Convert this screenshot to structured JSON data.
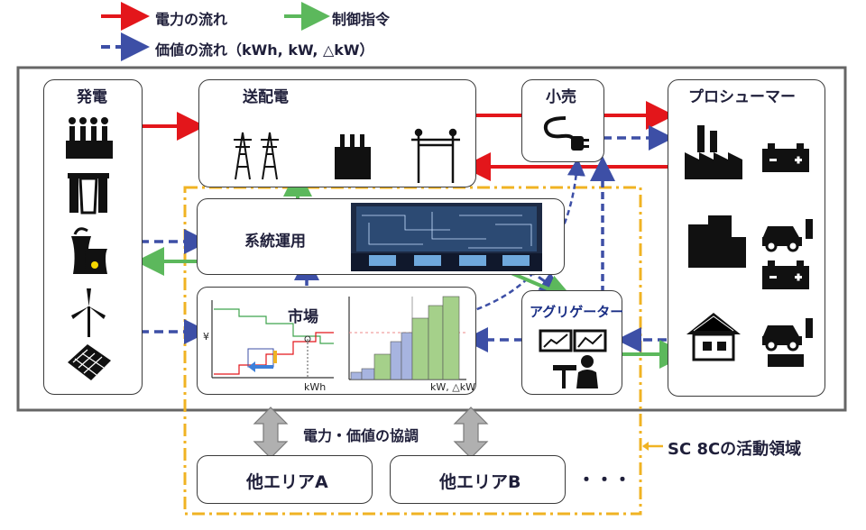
{
  "legend": {
    "power_flow": "電力の流れ",
    "control": "制御指令",
    "value_flow": "価値の流れ（kWh, kW, △kW）"
  },
  "colors": {
    "power": "#e3161b",
    "control": "#5cb85c",
    "value": "#3d4fa6",
    "sc_area": "#f0b323",
    "frame": "#666666"
  },
  "nodes": {
    "generation": "発電",
    "grid": "送配電",
    "retail": "小売",
    "prosumer": "プロシューマー",
    "system_operation": "系統運用",
    "market": "市場",
    "aggregator": "アグリゲーター",
    "area_a": "他エリアA",
    "area_b": "他エリアB",
    "ellipsis": "・・・"
  },
  "coordination_label": "電力・価値の協調",
  "sc_label": "SC 8Cの活動領域",
  "market_chart": {
    "yen_label": "¥",
    "x_label": "kWh"
  },
  "bar_chart": {
    "x_label": "kW, △kW"
  },
  "icons": {
    "generation": [
      "factory-icon",
      "dam-icon",
      "nuclear-icon",
      "wind-turbine-icon",
      "solar-panel-icon"
    ],
    "grid": [
      "transmission-tower-icon",
      "transformer-icon",
      "utility-pole-icon"
    ],
    "retail": [
      "plug-icon"
    ],
    "prosumer": [
      "factory-icon",
      "battery-icon",
      "building-icon",
      "ev-icon",
      "battery-icon",
      "house-solar-icon",
      "ev-icon"
    ]
  }
}
